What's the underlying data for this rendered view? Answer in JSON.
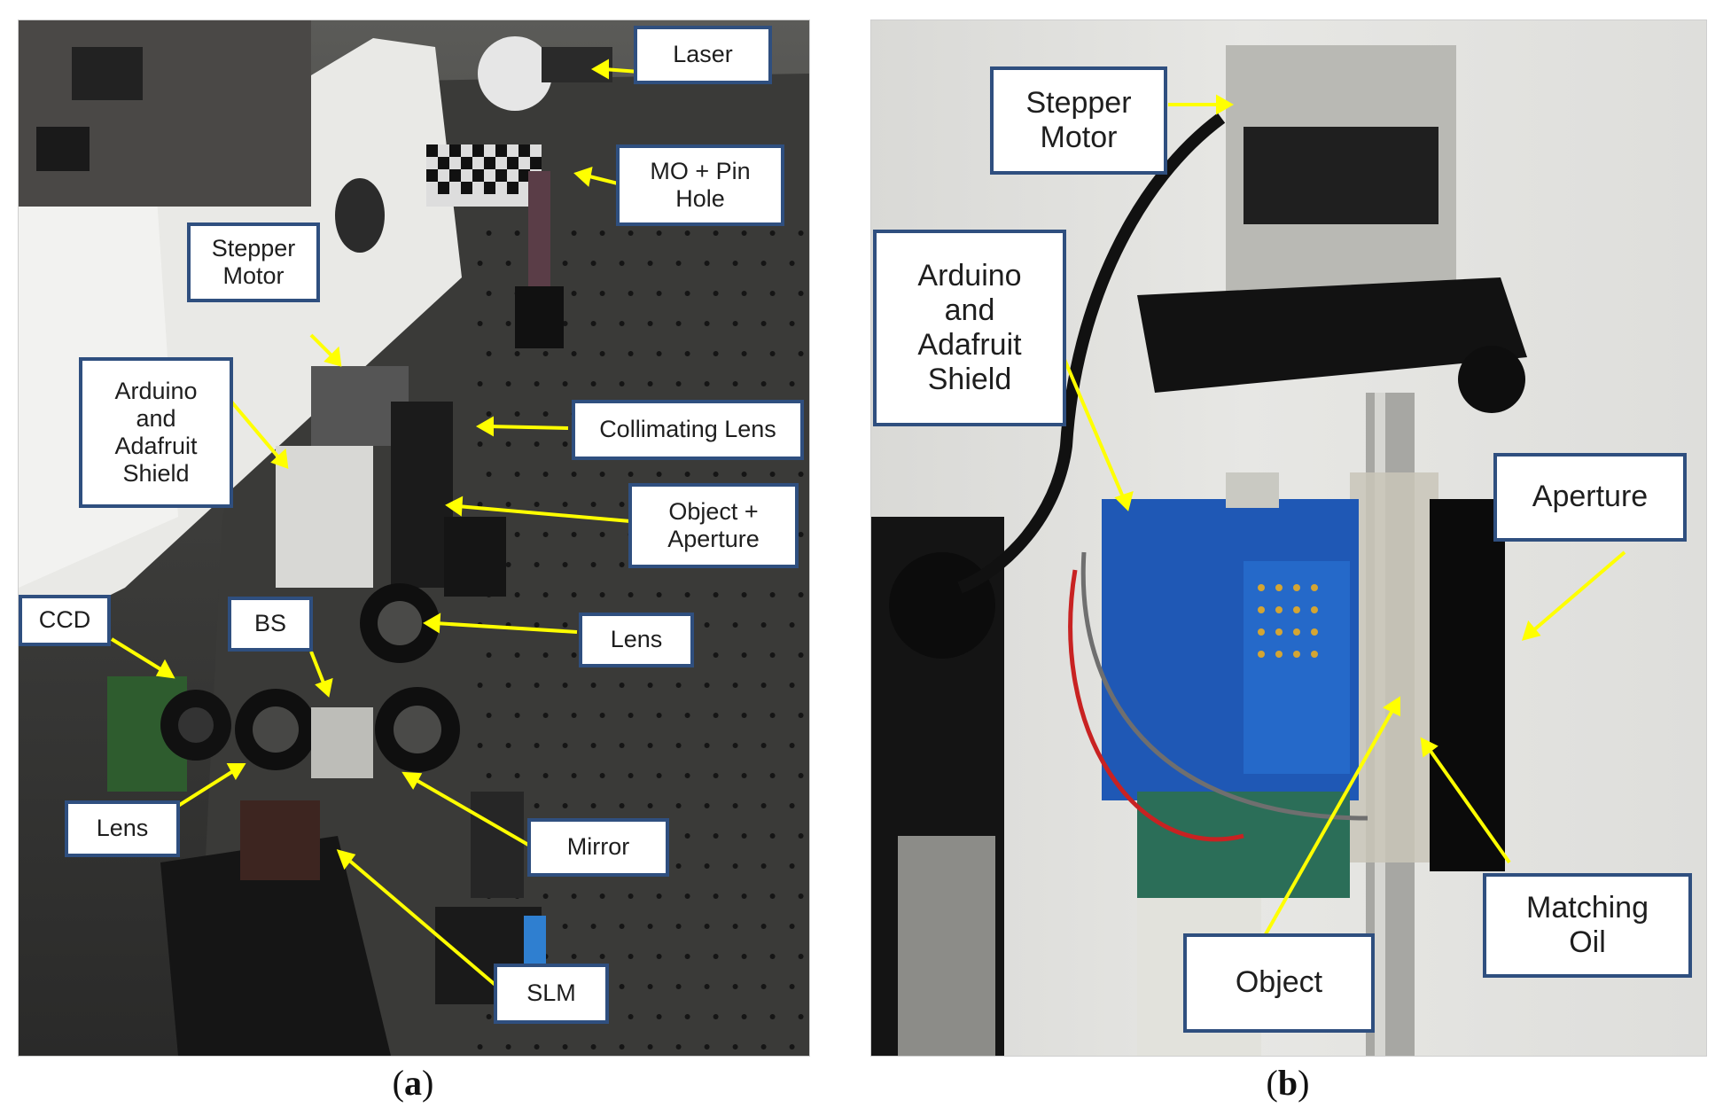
{
  "panel_a": {
    "labels": {
      "laser": "Laser",
      "mo_pinhole": "MO + Pin\nHole",
      "stepper_motor": "Stepper\nMotor",
      "arduino": "Arduino\nand\nAdafruit\nShield",
      "collimating_lens": "Collimating Lens",
      "object_aperture": "Object +\nAperture",
      "ccd": "CCD",
      "bs": "BS",
      "lens_upper": "Lens",
      "lens_lower": "Lens",
      "mirror": "Mirror",
      "slm": "SLM"
    },
    "caption_letter": "a"
  },
  "panel_b": {
    "labels": {
      "stepper_motor": "Stepper\nMotor",
      "arduino": "Arduino\nand\nAdafruit\nShield",
      "aperture": "Aperture",
      "matching_oil": "Matching\nOil",
      "object": "Object"
    },
    "caption_letter": "b"
  },
  "colors": {
    "callout_border": "#2f4f7f",
    "arrow": "#ffff00"
  }
}
